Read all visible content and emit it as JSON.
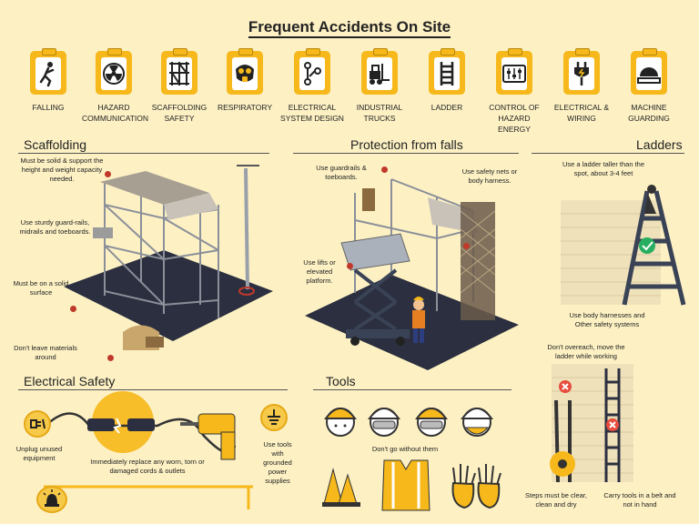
{
  "title": "Frequent Accidents On Site",
  "categories": [
    {
      "label": "FALLING",
      "icon": "falling-person-icon"
    },
    {
      "label": "HAZARD COMMUNICATION",
      "icon": "radiation-hazard-icon"
    },
    {
      "label": "SCAFFOLDING SAFETY",
      "icon": "scaffold-grid-icon"
    },
    {
      "label": "RESPIRATORY",
      "icon": "gas-mask-icon"
    },
    {
      "label": "ELECTRICAL SYSTEM DESIGN",
      "icon": "circuit-icon"
    },
    {
      "label": "INDUSTRIAL TRUCKS",
      "icon": "forklift-icon"
    },
    {
      "label": "LADDER",
      "icon": "ladder-icon"
    },
    {
      "label": "CONTROL OF HAZARD ENERGY",
      "icon": "control-panel-icon"
    },
    {
      "label": "ELECTRICAL & WIRING",
      "icon": "plug-icon"
    },
    {
      "label": "MACHINE GUARDING",
      "icon": "saw-blade-icon"
    }
  ],
  "sections": {
    "scaffolding": {
      "title": "Scaffolding",
      "notes": {
        "support": "Must be solid & support the height and weight capacity needed.",
        "guardrails": "Use sturdy guard-rails, midrails and toeboards.",
        "surface": "Must be on a solid surface",
        "materials": "Don't leave materials around"
      }
    },
    "falls": {
      "title": "Protection from falls",
      "notes": {
        "guardrails": "Use guardrails & toeboards.",
        "nets": "Use safety nets or body harness.",
        "lifts": "Use lifts or elevated platform."
      }
    },
    "ladders": {
      "title": "Ladders",
      "notes": {
        "taller": "Use a ladder taller than the spot, about 3-4 feet",
        "harness": "Use body harnesses and Other safety systems",
        "overreach": "Don't overeach, move the ladder while working",
        "steps": "Steps must be clear, clean and dry",
        "carry": "Carry tools in a belt and not in hand"
      }
    },
    "electrical": {
      "title": "Electrical Safety",
      "notes": {
        "unplug": "Unplug unused equipment",
        "replace": "Immediately replace any worn, torn or damaged cords & outlets",
        "grounded": "Use tools with grounded power supplies"
      }
    },
    "tools": {
      "title": "Tools",
      "notes": {
        "dont_go": "Don't go without them"
      }
    }
  },
  "colors": {
    "background": "#fdf1c4",
    "accent": "#f6b81a",
    "marker": "#c0392b",
    "ground": "#2b2f3f"
  }
}
